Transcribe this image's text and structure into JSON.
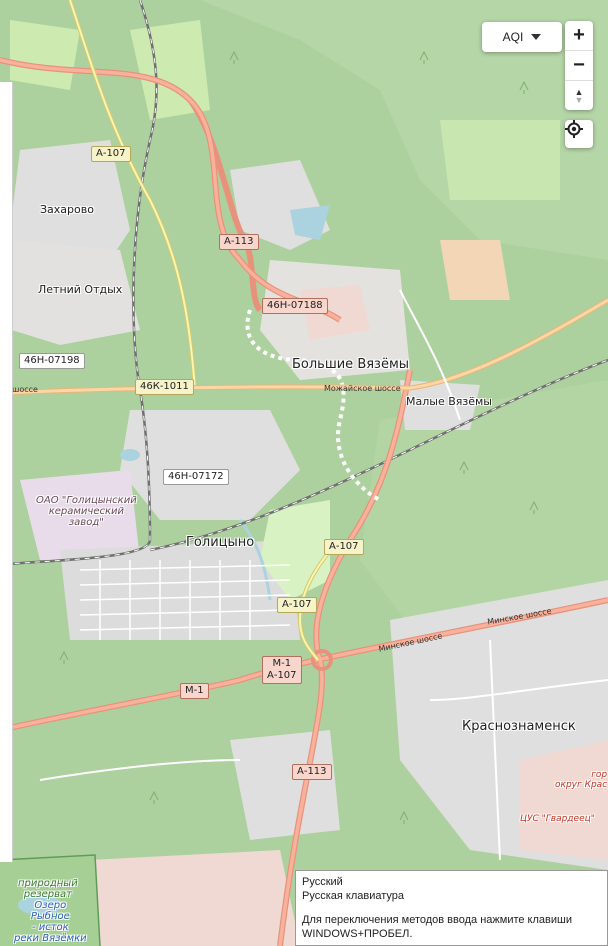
{
  "controls": {
    "aqi_label": "AQI",
    "zoom_in": "+",
    "zoom_out": "−",
    "compass": "▲"
  },
  "places": {
    "bolshie_vyazemy": "Большие Вязёмы",
    "malye_vyazemy": "Малые Вязёмы",
    "golitsyno": "Голицыно",
    "krasnoznamensk": "Краснознаменск",
    "zakharovo": "Захарово",
    "letniy_otdykh": "Летний Отдых"
  },
  "roads": {
    "a107_north": "А-107",
    "a113_north": "А-113",
    "r46n_07188": "46Н-07188",
    "r46n_07198": "46Н-07198",
    "r46k_1011": "46К-1011",
    "r46n_07172": "46Н-07172",
    "a107_mid": "А-107",
    "a107_south": "А-107",
    "m1": "М-1",
    "m1_a107_line1": "М-1",
    "m1_a107_line2": "А-107",
    "m1_west": "М-1",
    "a113_south": "А-113",
    "mozhayskoe": "Можайское шоссе",
    "mozhayskoe_west": "шоссе",
    "minskoe_1": "Минское шоссе",
    "minskoe_2": "Минское шоссе"
  },
  "pois": {
    "factory_line1": "ОАО \"Голицынский",
    "factory_line2": "керамический",
    "factory_line3": "завод\"",
    "cus": "ЦУС \"Гвардеец\"",
    "okrug_line1": "гор",
    "okrug_line2": "округ Крас",
    "reserve_line1": "природный",
    "reserve_line2": "резерват",
    "lake_line1": "Озеро",
    "lake_line2": "Рыбное",
    "lake_line3": "- исток",
    "lake_line4": "реки Вязёмки"
  },
  "ime": {
    "language": "Русский",
    "keyboard": "Русская клавиатура",
    "hint_line1": "Для переключения методов ввода нажмите клавиши",
    "hint_line2": "WINDOWS+ПРОБЕЛ."
  }
}
